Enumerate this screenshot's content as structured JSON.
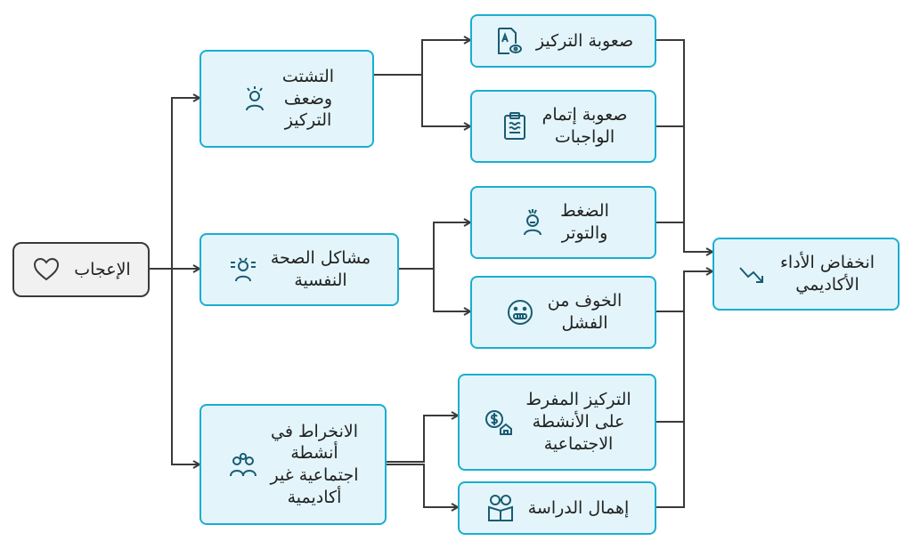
{
  "colors": {
    "node_fill": "#e3f5fb",
    "node_border": "#1aaed0",
    "root_fill": "#f1f1f1",
    "root_border": "#3a3a3a",
    "connector": "#3a3a3a",
    "icon": "#1a5c73"
  },
  "root": {
    "label": "الإعجاب",
    "icon": "heart-icon"
  },
  "causes": [
    {
      "label": "التشتت\nوضعف\nالتركيز",
      "icon": "person-alert-icon"
    },
    {
      "label": "مشاكل الصحة\nالنفسية",
      "icon": "person-stress-icon"
    },
    {
      "label": "الانخراط في\nأنشطة\nاجتماعية غير\nأكاديمية",
      "icon": "group-people-icon"
    }
  ],
  "effects": [
    {
      "label": "صعوبة التركيز",
      "icon": "document-view-icon"
    },
    {
      "label": "صعوبة إتمام\nالواجبات",
      "icon": "clipboard-icon"
    },
    {
      "label": "الضغط\nوالتوتر",
      "icon": "stressed-person-icon"
    },
    {
      "label": "الخوف من\nالفشل",
      "icon": "anxious-face-icon"
    },
    {
      "label": "التركيز المفرط\nعلى الأنشطة\nالاجتماعية",
      "icon": "money-house-icon"
    },
    {
      "label": "إهمال الدراسة",
      "icon": "reading-glasses-icon"
    }
  ],
  "outcome": {
    "label": "انخفاض الأداء\nالأكاديمي",
    "icon": "trend-down-icon"
  }
}
